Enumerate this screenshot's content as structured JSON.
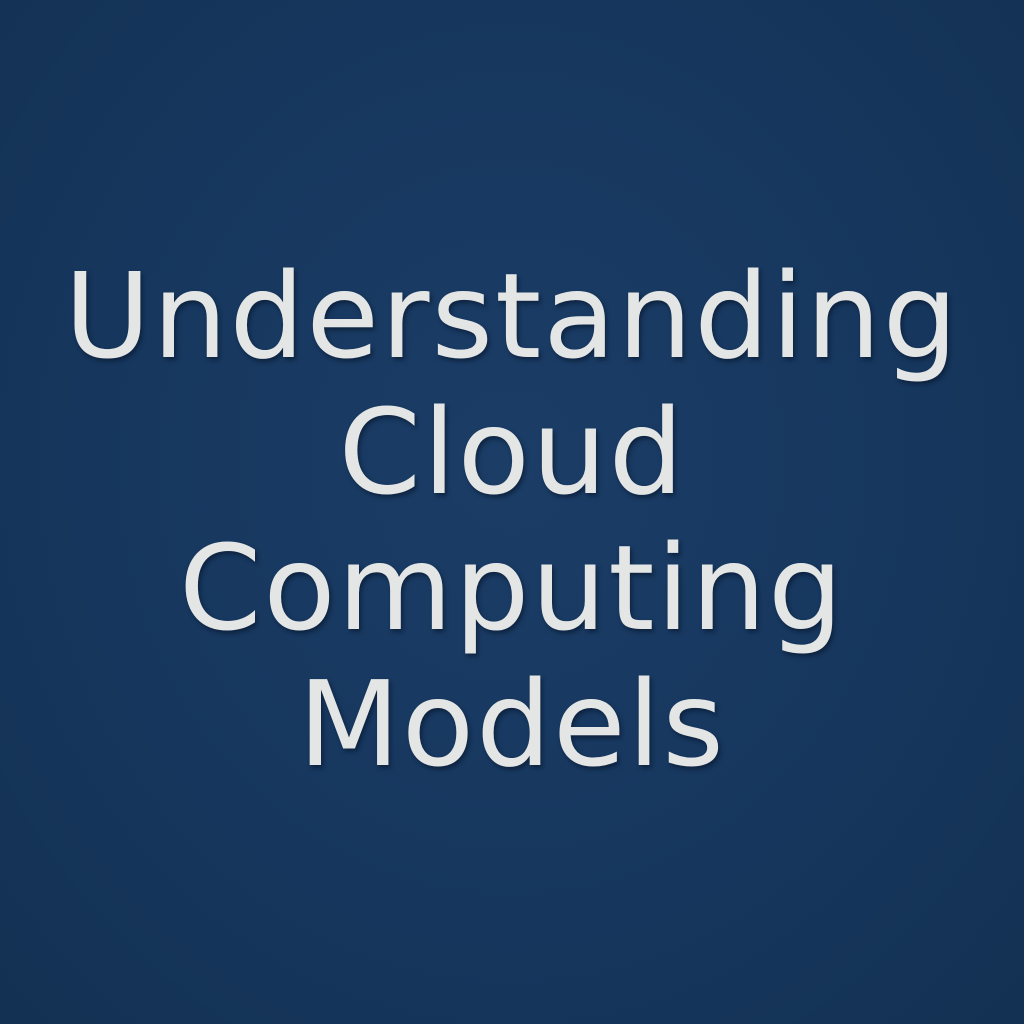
{
  "title": {
    "lines": [
      "Understanding",
      "Cloud",
      "Computing",
      "Models"
    ]
  },
  "colors": {
    "background": "#17375e",
    "text": "#e4e6e6"
  }
}
